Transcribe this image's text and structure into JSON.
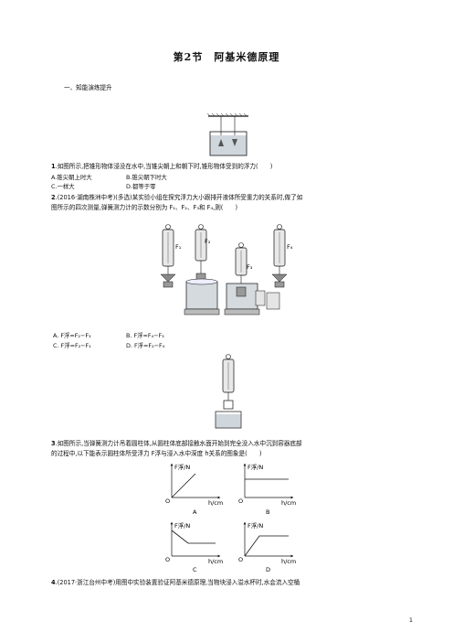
{
  "title": "第2节　阿基米德原理",
  "section": "一、知能演练提升",
  "q1": {
    "num": "1",
    "text": ".如图所示,把锥形物体浸没在水中,当锥尖朝上和朝下时,锥形物体受到的浮力(　　)",
    "options": [
      "A.锥尖朝上时大",
      "B.锥尖朝下时大",
      "C.一样大",
      "D.都等于零"
    ]
  },
  "q2": {
    "num": "2",
    "line1": ".(2016·湖南株洲中考)(多选)某实验小组在探究浮力大小跟排开液体所受重力的关系时,做了如",
    "line2": "图所示的四次测量,弹簧测力计的示数分别为 F₁、F₂、F₃和 F₄,则(　　)",
    "fig_labels": [
      "F₁",
      "F₂",
      "F₃",
      "F₄"
    ],
    "options": [
      "A. F浮=F₂−F₃",
      "B. F浮=F₄−F₃",
      "C. F浮=F₂−F₁",
      "D. F浮=F₂−F₄"
    ]
  },
  "q3": {
    "num": "3",
    "line1": ".如图所示,当弹簧测力计吊着圆柱体,从圆柱体底部接触水面开始到完全没入水中沉到容器底部",
    "line2": "的过程中,以下能表示圆柱体所受浮力 F浮与浸入水中深度 h关系的图象是(　　)",
    "graph_ylabel": "F浮/N",
    "graph_xlabel": "h/cm",
    "graph_origin": "O",
    "graph_letters": [
      "A",
      "B",
      "C",
      "D"
    ]
  },
  "q4": {
    "num": "4",
    "line1": ".(2017·浙江台州中考)用图中实验装置验证阿基米德原理,当物块浸入溢水杯时,水会流入空桶"
  },
  "page_number": "1"
}
